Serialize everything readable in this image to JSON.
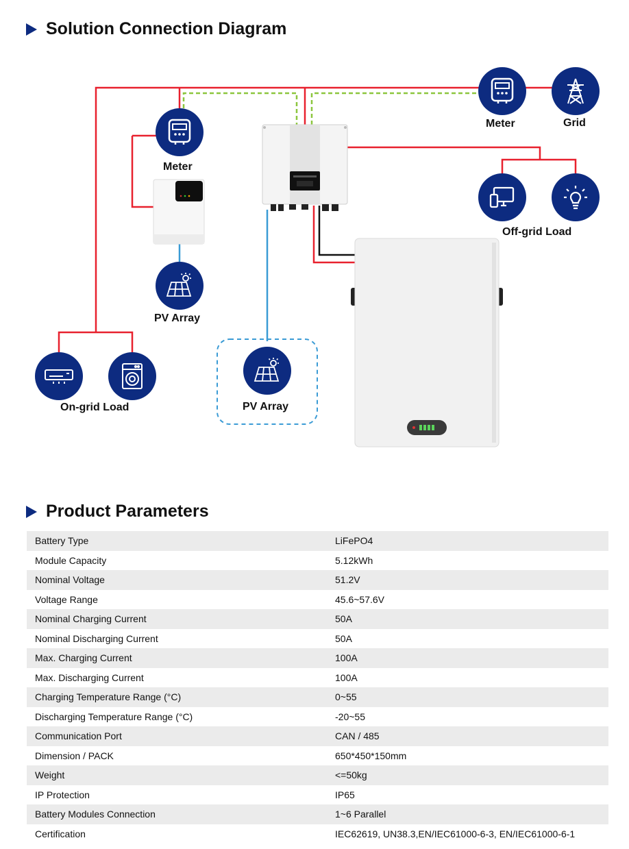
{
  "sections": {
    "diagram_title": "Solution Connection Diagram",
    "params_title": "Product Parameters"
  },
  "diagram": {
    "meter_left": "Meter",
    "meter_right": "Meter",
    "grid": "Grid",
    "offgrid_load": "Off-grid Load",
    "pv_array_left": "PV Array",
    "pv_array_center": "PV Array",
    "ongrid_load": "On-grid Load",
    "colors": {
      "icon_bg": "#0d2b80",
      "ac_line": "#e8212e",
      "comm_line": "#8cc63e",
      "pv_line": "#3a9bd5",
      "dc_line": "#111111"
    }
  },
  "parameters": [
    {
      "name": "Battery Type",
      "value": "LiFePO4"
    },
    {
      "name": "Module Capacity",
      "value": "5.12kWh"
    },
    {
      "name": "Nominal Voltage",
      "value": "51.2V"
    },
    {
      "name": "Voltage Range",
      "value": "45.6~57.6V"
    },
    {
      "name": "Nominal Charging Current",
      "value": "50A"
    },
    {
      "name": "Nominal Discharging Current",
      "value": "50A"
    },
    {
      "name": "Max. Charging Current",
      "value": "100A"
    },
    {
      "name": "Max. Discharging Current",
      "value": "100A"
    },
    {
      "name": "Charging Temperature Range (°C)",
      "value": "0~55"
    },
    {
      "name": "Discharging Temperature Range (°C)",
      "value": "-20~55"
    },
    {
      "name": "Communication Port",
      "value": "CAN / 485"
    },
    {
      "name": "Dimension / PACK",
      "value": "650*450*150mm"
    },
    {
      "name": "Weight",
      "value": "<=50kg"
    },
    {
      "name": "IP Protection",
      "value": "IP65"
    },
    {
      "name": "Battery Modules Connection",
      "value": "1~6 Parallel"
    },
    {
      "name": "Certification",
      "value": "IEC62619, UN38.3,EN/IEC61000-6-3, EN/IEC61000-6-1"
    }
  ]
}
